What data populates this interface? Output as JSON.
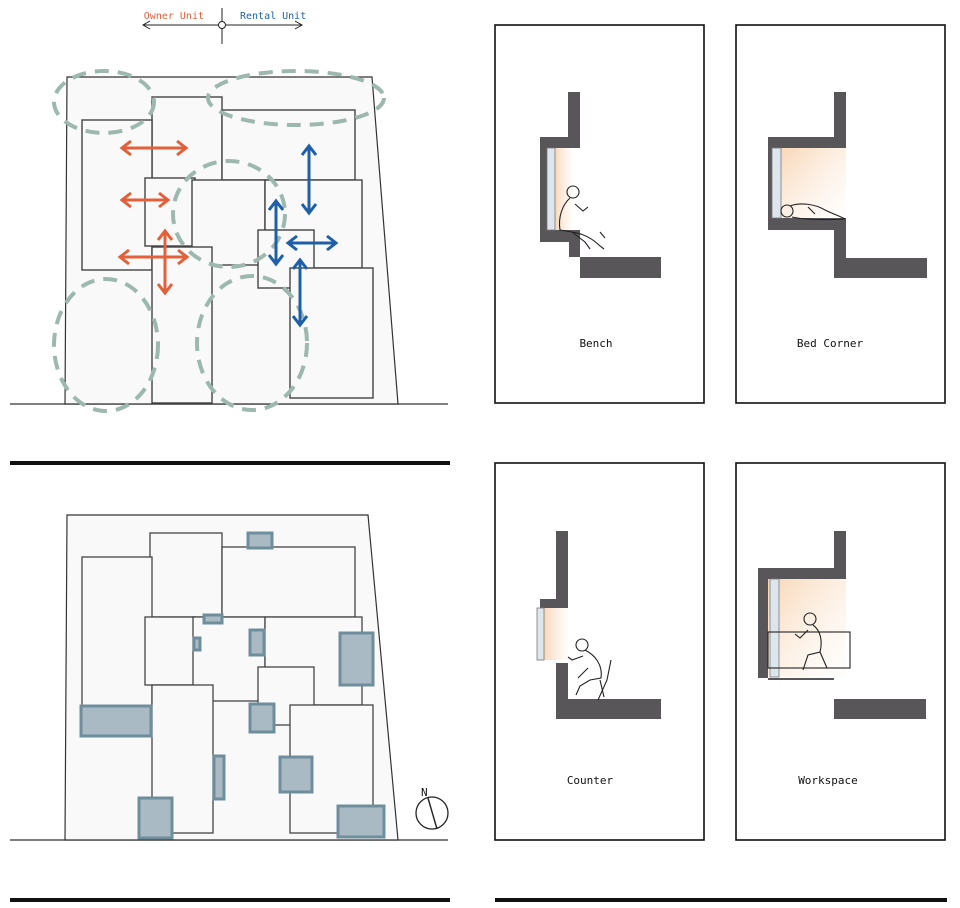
{
  "legend": {
    "left": "Owner Unit",
    "right": "Rental Unit"
  },
  "panels": [
    {
      "label": "Bench"
    },
    {
      "label": "Bed Corner"
    },
    {
      "label": "Counter"
    },
    {
      "label": "Workspace"
    }
  ],
  "north_label": "N",
  "colors": {
    "owner": "#e2603a",
    "rental": "#1f5fa8",
    "zone": "#9db8ae",
    "window": "#7d98a6",
    "wall": "#595659",
    "glow": "#f6c79e"
  }
}
